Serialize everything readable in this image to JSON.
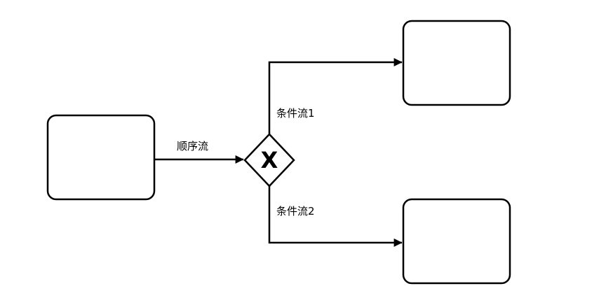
{
  "diagram": {
    "type": "bpmn-exclusive-gateway-flow",
    "gateway": {
      "symbol": "X"
    },
    "labels": {
      "sequence_flow": "顺序流",
      "conditional_flow_1": "条件流1",
      "conditional_flow_2": "条件流2"
    },
    "nodes": {
      "left_task": "",
      "top_right_task": "",
      "bottom_right_task": ""
    },
    "colors": {
      "stroke": "#000000",
      "fill": "#ffffff",
      "background": "#ffffff"
    }
  }
}
